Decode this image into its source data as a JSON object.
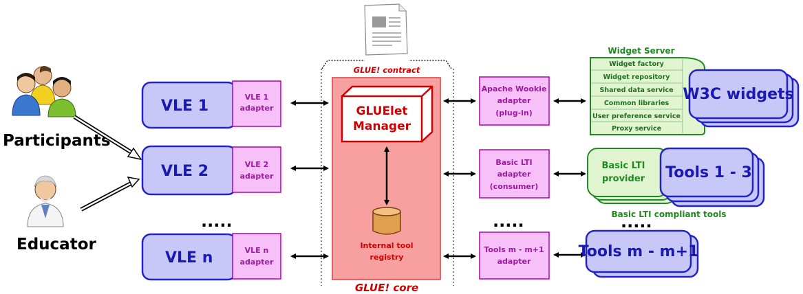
{
  "actors": {
    "participants": "Participants",
    "educator": "Educator"
  },
  "vles": [
    "VLE 1",
    "VLE 2",
    "VLE n"
  ],
  "vle_adapters": [
    [
      "VLE 1",
      "adapter"
    ],
    [
      "VLE 2",
      "adapter"
    ],
    [
      "VLE n",
      "adapter"
    ]
  ],
  "core": {
    "contract_label": "GLUE! contract",
    "core_label": "GLUE! core",
    "manager": [
      "GLUElet",
      "Manager"
    ],
    "registry": [
      "Internal tool",
      "registry"
    ]
  },
  "tool_adapters": [
    [
      "Apache Wookie",
      "adapter",
      "(plug-in)"
    ],
    [
      "Basic LTI",
      "adapter",
      "(consumer)"
    ],
    [
      "Tools m - m+1",
      "adapter"
    ]
  ],
  "widget_server": {
    "title": "Widget Server",
    "items": [
      "Widget factory",
      "Widget repository",
      "Shared data service",
      "Common libraries",
      "User preference service",
      "Proxy service"
    ],
    "widgets_label": "W3C widgets"
  },
  "basic_lti": {
    "provider": [
      "Basic LTI",
      "provider"
    ],
    "tools_label": "Tools 1 - 3",
    "caption": "Basic LTI compliant tools"
  },
  "tools_m": "Tools  m - m+1",
  "ellipsis": "....."
}
